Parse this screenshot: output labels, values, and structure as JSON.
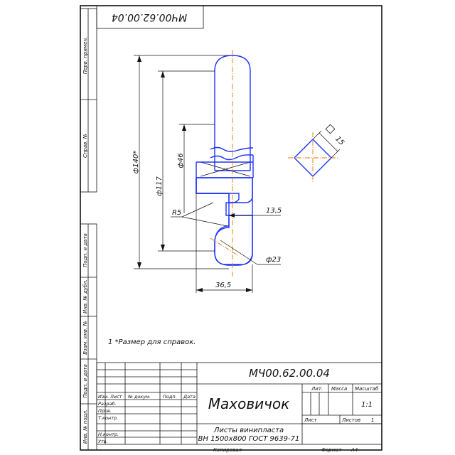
{
  "doc_code_top": "МЧ00.62.00.04",
  "doc_code": "МЧ00.62.00.04",
  "side_labels": {
    "perv_primen": "Перв. примен.",
    "sprav_no": "Справ. №",
    "podp_data_1": "Подп. и дата",
    "inv_dubl": "Инв. № дубл.",
    "vzam_inv": "Взам. инв. №",
    "podp_data_2": "Подп. и дата",
    "inv_podl": "Инв. № подл."
  },
  "dimensions": {
    "d140": "ф140*",
    "d117": "ф117",
    "d46": "ф46",
    "r5": "R5",
    "d13_5": "13,5",
    "d23": "ф23",
    "d36_5": "36,5",
    "sq15": "15"
  },
  "note": "1  *Размер для справок.",
  "title_block": {
    "name": "Маховичок",
    "material_line1": "Листы винипласта",
    "material_line2": "ВН 1500х800 ГОСТ 9639-71",
    "col_izm": "Изм.",
    "col_list": "Лист",
    "col_doc": "№ докум.",
    "col_podp": "Подп.",
    "col_data": "Дата",
    "razrab": "Разраб.",
    "prov": "Пров.",
    "tkontr": "Т.контр.",
    "nkontr": "Н.контр.",
    "utv": "Утв.",
    "lit": "Лит.",
    "massa": "Масса",
    "masshtab": "Масштаб",
    "scale_value": "1:1",
    "list_label": "Лист",
    "listov_label": "Листов",
    "listov_value": "1",
    "kopiroval": "Копировал",
    "format_label": "Формат",
    "format_value": "A4"
  }
}
